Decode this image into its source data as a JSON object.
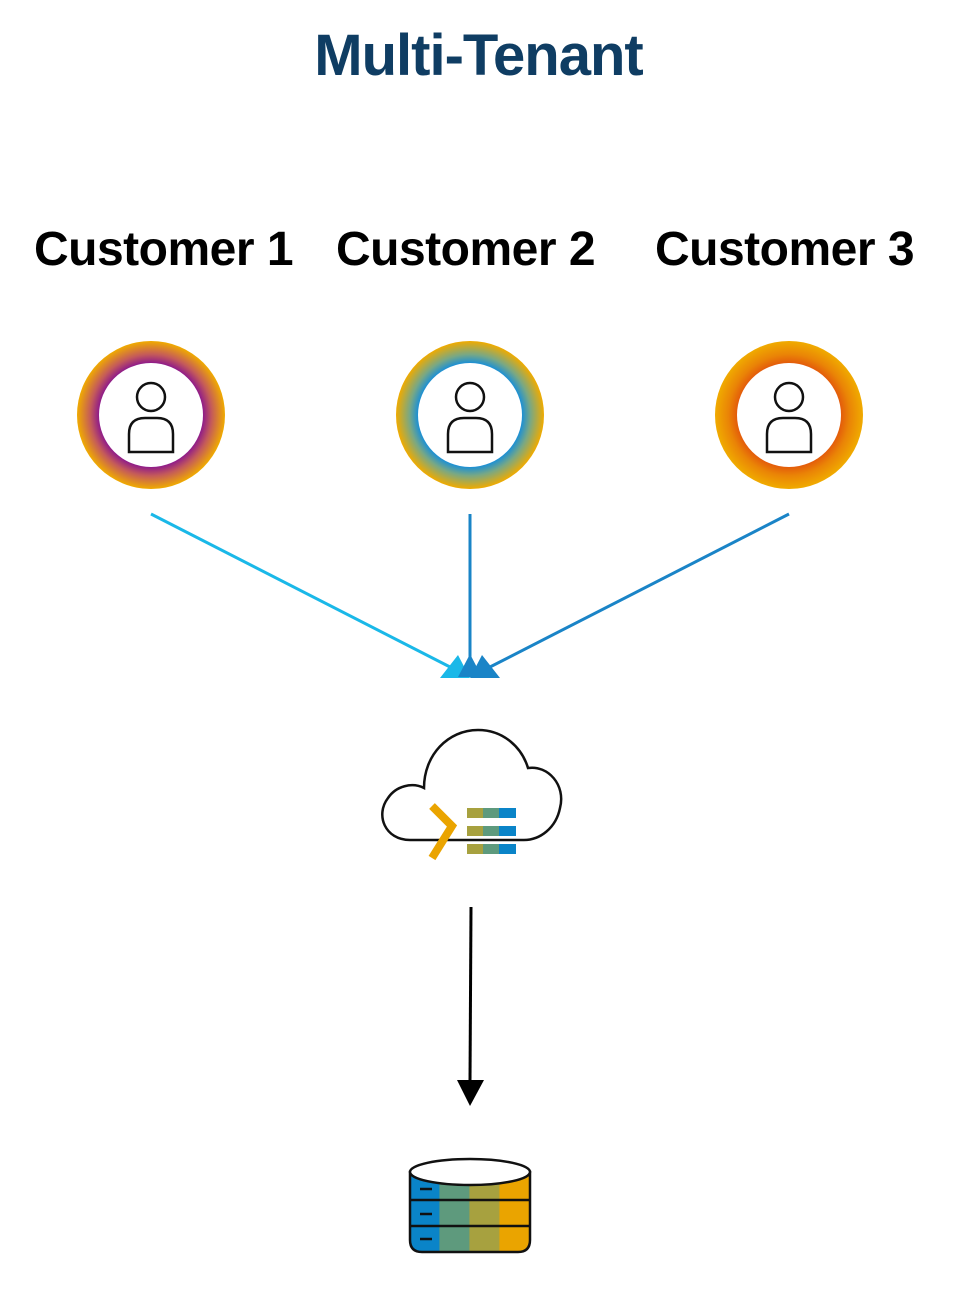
{
  "title": "Multi-Tenant",
  "customers": [
    {
      "label": "Customer 1",
      "ring_color": "#8e1a8a"
    },
    {
      "label": "Customer 2",
      "ring_color": "#1a8fd6"
    },
    {
      "label": "Customer 3",
      "ring_color": "#e35b0b"
    }
  ],
  "colors": {
    "title": "#0f3d63",
    "outer_ring": "#f0ab00",
    "arrow_left": "#1ab8e8",
    "arrow_mid": "#1a84c7",
    "arrow_right": "#1a84c7",
    "db_blue": "#0a84c8",
    "db_teal": "#5e9a7d",
    "db_olive": "#a7a13f",
    "db_gold": "#eaa400"
  },
  "icons": [
    "user-icon",
    "cloud-service-icon",
    "database-icon"
  ]
}
